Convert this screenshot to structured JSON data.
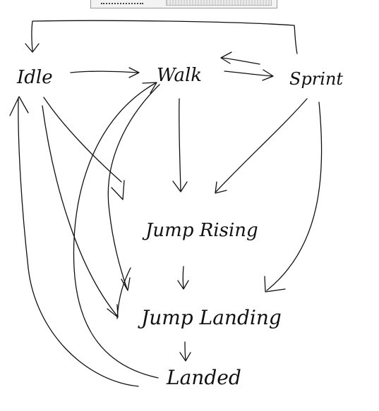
{
  "diagram": {
    "type": "state-machine",
    "colors": {
      "ink": "#111111",
      "background": "#ffffff"
    },
    "nodes": {
      "idle": "Idle",
      "walk": "Walk",
      "sprint": "Sprint",
      "jump_rising": "Jump Rising",
      "jump_landing": "Jump Landing",
      "landed": "Landed"
    },
    "edges": [
      {
        "from": "Idle",
        "to": "Walk"
      },
      {
        "from": "Walk",
        "to": "Sprint"
      },
      {
        "from": "Sprint",
        "to": "Walk"
      },
      {
        "from": "Sprint",
        "to": "Idle"
      },
      {
        "from": "Walk",
        "to": "Jump Rising"
      },
      {
        "from": "Sprint",
        "to": "Jump Rising"
      },
      {
        "from": "Idle",
        "to": "Jump Rising"
      },
      {
        "from": "Idle",
        "to": "Jump Landing"
      },
      {
        "from": "Walk",
        "to": "Jump Landing"
      },
      {
        "from": "Sprint",
        "to": "Jump Landing"
      },
      {
        "from": "Jump Rising",
        "to": "Jump Landing"
      },
      {
        "from": "Jump Landing",
        "to": "Landed"
      },
      {
        "from": "Landed",
        "to": "Idle"
      },
      {
        "from": "Landed",
        "to": "Walk"
      }
    ]
  }
}
